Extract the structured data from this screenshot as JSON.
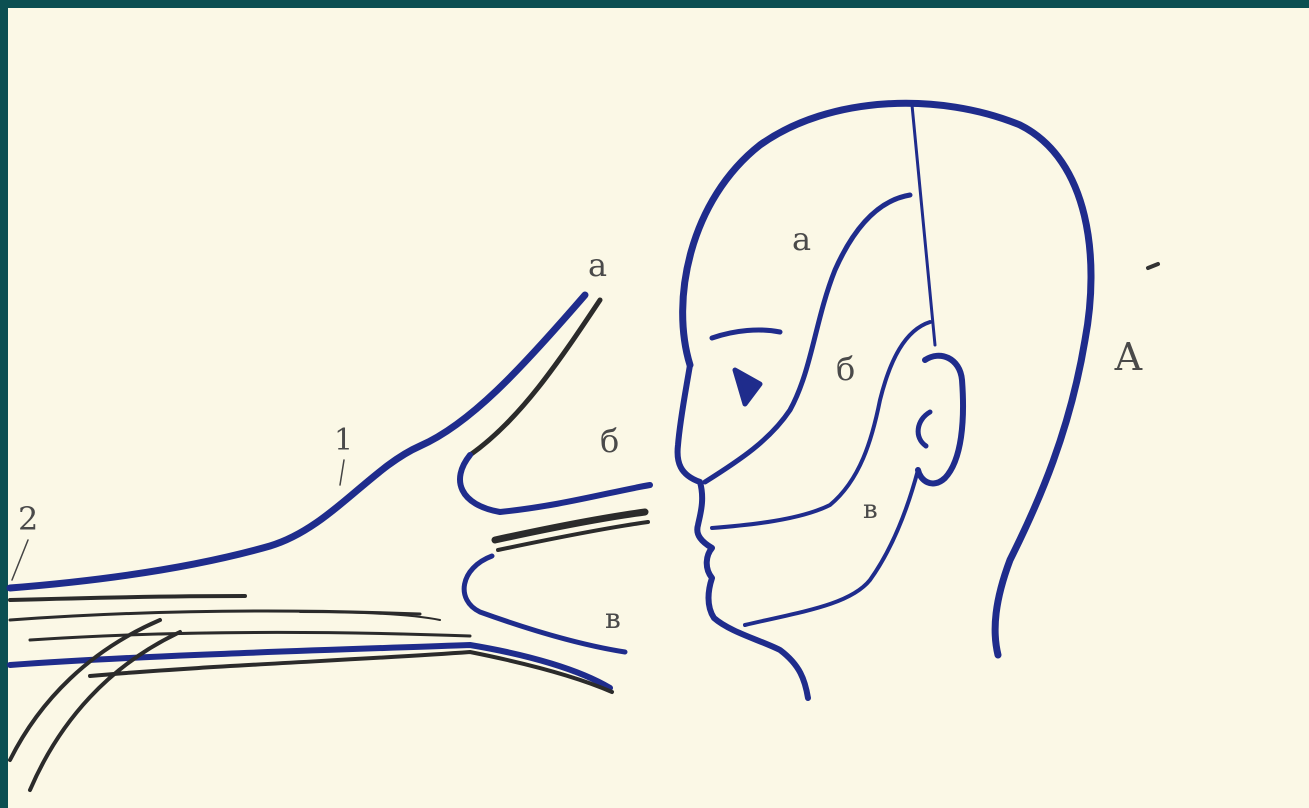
{
  "diagram": {
    "labels": {
      "branch_a": "а",
      "branch_b": "б",
      "branch_v": "в",
      "nerve_1": "1",
      "nerve_2": "2",
      "zone_a": "а",
      "zone_b": "б",
      "zone_v": "в",
      "head": "А"
    },
    "colors": {
      "frame": "#0b4f52",
      "paper": "#fbf8e6",
      "ink_blue": "#1f2c8c",
      "ink_dark": "#2b2b2b",
      "label": "#4a4a4a"
    }
  }
}
